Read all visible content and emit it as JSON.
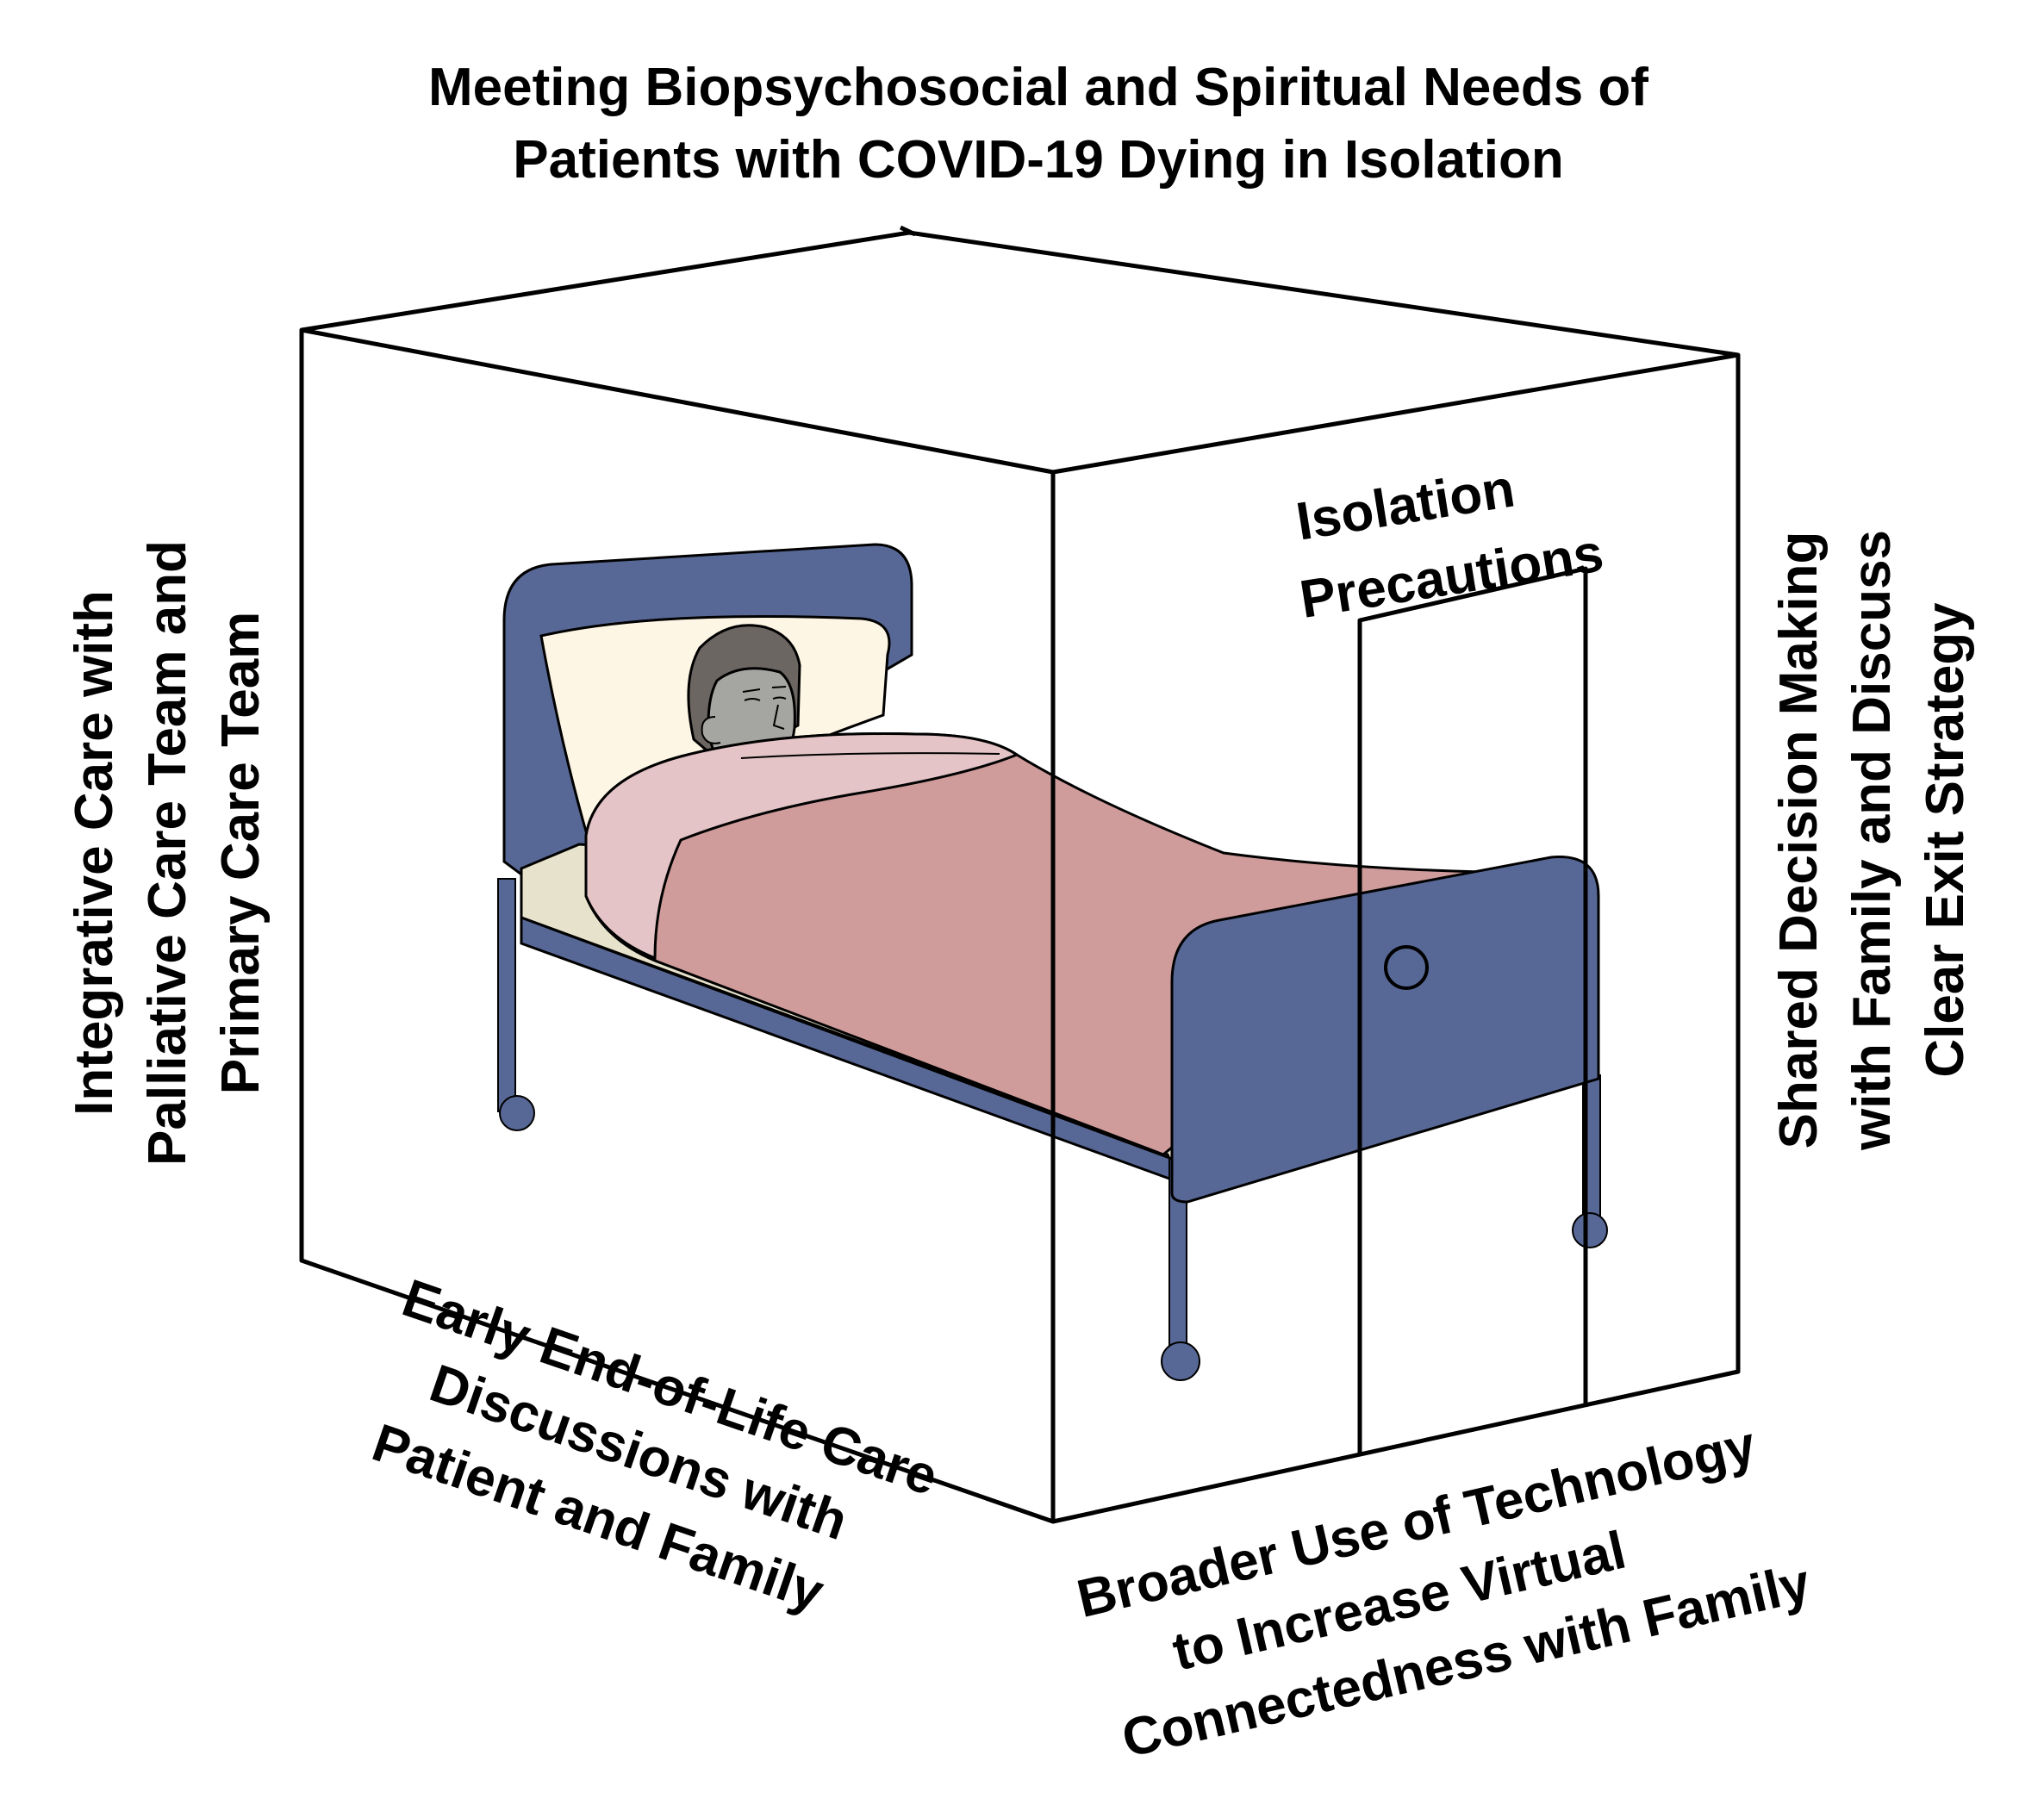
{
  "title": {
    "line1": "Meeting Biopsychosocial and Spiritual Needs of",
    "line2": "Patients with COVID-19 Dying in Isolation"
  },
  "left_face": {
    "line1": "Integrative Care with",
    "line2": "Palliative Care Team and",
    "line3": "Primary Care Team"
  },
  "right_face": {
    "line1": "Shared Decision Making",
    "line2": "with Family and Discuss",
    "line3": "Clear Exit Strategy"
  },
  "door": {
    "line1": "Isolation",
    "line2": "Precautions"
  },
  "bottom_left": {
    "line1": "Early End-of-Life Care",
    "line2": "Discussions with",
    "line3": "Patient and Family"
  },
  "bottom_right": {
    "line1": "Broader Use of Technology",
    "line2": "to Increase Virtual",
    "line3": "Connectedness with Family"
  },
  "colors": {
    "bed_frame": "#586896",
    "pillow": "#fdf6e4",
    "blanket_fold": "#e4c4c6",
    "blanket": "#cf9c9b",
    "mattress": "#e7e2cc",
    "skin": "#a5a5a1",
    "hair": "#6c6662",
    "outline": "#000000"
  },
  "icons": {
    "patient_bed": "hospital-bed-illustration",
    "door_knob": "door-knob-icon"
  }
}
